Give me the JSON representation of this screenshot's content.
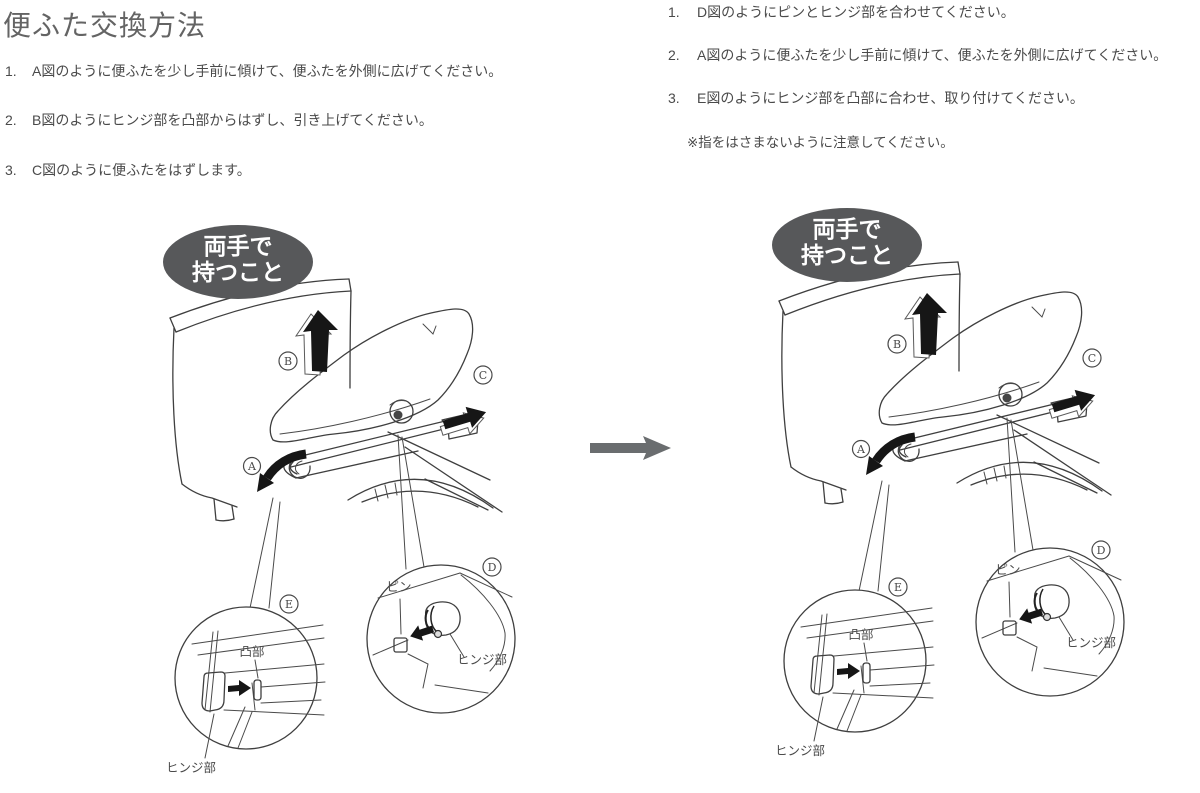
{
  "title": "便ふた交換方法",
  "removal_steps": [
    {
      "num": "1.",
      "text": "A図のように便ふたを少し手前に傾けて、便ふたを外側に広げてください。"
    },
    {
      "num": "2.",
      "text": "B図のようにヒンジ部を凸部からはずし、引き上げてください。"
    },
    {
      "num": "3.",
      "text": "C図のように便ふたをはずします。"
    }
  ],
  "installation_steps": [
    {
      "num": "1.",
      "text": "D図のようにピンとヒンジ部を合わせてください。"
    },
    {
      "num": "2.",
      "text": "A図のように便ふたを少し手前に傾けて、便ふたを外側に広げてください。"
    },
    {
      "num": "3.",
      "text": "E図のようにヒンジ部を凸部に合わせ、取り付けてください。"
    }
  ],
  "installation_note": "※指をはさまないように注意してください。",
  "diagram": {
    "badge_line1": "両手で",
    "badge_line2": "持つこと",
    "label_a": "A",
    "label_b": "B",
    "label_c": "C",
    "label_d": "D",
    "label_e": "E",
    "pin_label": "ピン",
    "protrusion_label": "凸部",
    "hinge_label": "ヒンジ部"
  },
  "colors": {
    "line": "#3f3f3f",
    "body_text": "#4a4a4a",
    "title_text": "#646464",
    "lid_fill": "#c6c7c9",
    "badge_fill": "#57585a",
    "hinge_fill": "#b6b7b9",
    "pin_fill": "#c3c4c6",
    "arrow_black": "#161616",
    "transition_arrow": "#6a6d6f"
  }
}
